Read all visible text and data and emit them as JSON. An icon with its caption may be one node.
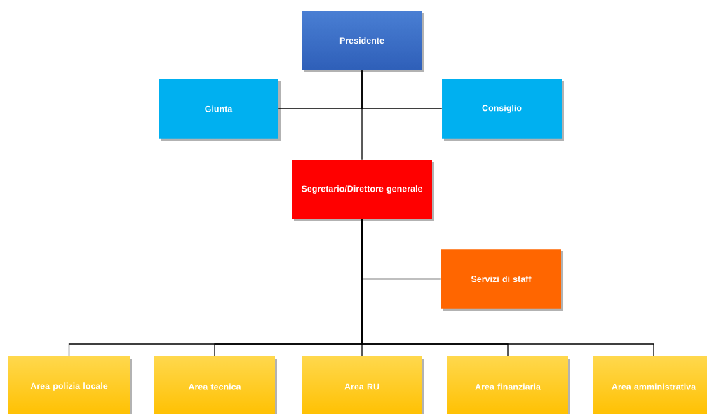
{
  "diagram": {
    "nodes": [
      {
        "text": [
          "Presidente"
        ]
      },
      {
        "text": [
          "Giunta"
        ]
      },
      {
        "text": [
          "Consiglio"
        ]
      },
      {
        "text": [
          "Segretario/Direttore generale"
        ]
      },
      {
        "text": [
          "Servizi di staff"
        ]
      },
      {
        "text": [
          "Area polizia locale"
        ]
      },
      {
        "text": [
          "Area tecnica"
        ]
      },
      {
        "text": [
          "Area RU"
        ]
      },
      {
        "text": [
          "Area finanziaria"
        ]
      },
      {
        "text": [
          "Area amministrativa"
        ]
      }
    ],
    "edges": [
      {
        "from": 0,
        "to": 1,
        "arrow": "none"
      },
      {
        "from": 0,
        "to": 2,
        "arrow": "none"
      },
      {
        "from": 0,
        "to": 3,
        "arrow": "none"
      },
      {
        "from": 3,
        "to": 4,
        "arrow": "none"
      },
      {
        "from": 3,
        "to": 5,
        "arrow": "none"
      },
      {
        "from": 3,
        "to": 6,
        "arrow": "none"
      },
      {
        "from": 3,
        "to": 7,
        "arrow": "none"
      },
      {
        "from": 3,
        "to": 8,
        "arrow": "none"
      },
      {
        "from": 3,
        "to": 9,
        "arrow": "none"
      }
    ]
  }
}
